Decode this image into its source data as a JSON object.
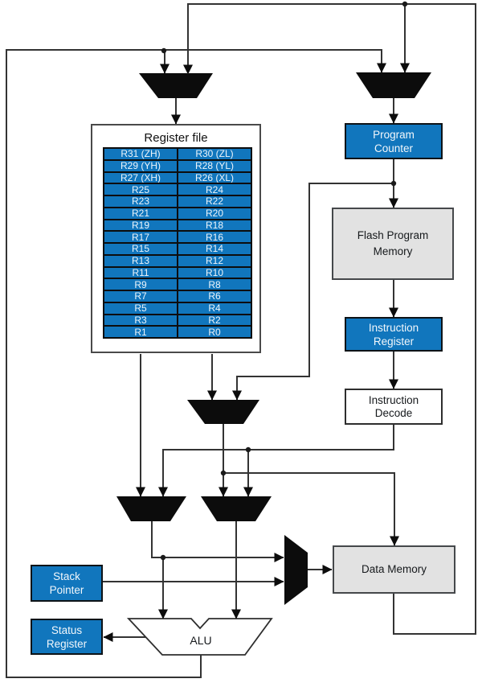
{
  "colors": {
    "accent_blue": "#1176bd",
    "box_gray": "#e2e2e2",
    "wire_black": "#333333",
    "text_white": "#f2f7fb"
  },
  "register_file": {
    "title": "Register file",
    "rows": [
      [
        "R31 (ZH)",
        "R30 (ZL)"
      ],
      [
        "R29 (YH)",
        "R28 (YL)"
      ],
      [
        "R27 (XH)",
        "R26 (XL)"
      ],
      [
        "R25",
        "R24"
      ],
      [
        "R23",
        "R22"
      ],
      [
        "R21",
        "R20"
      ],
      [
        "R19",
        "R18"
      ],
      [
        "R17",
        "R16"
      ],
      [
        "R15",
        "R14"
      ],
      [
        "R13",
        "R12"
      ],
      [
        "R11",
        "R10"
      ],
      [
        "R9",
        "R8"
      ],
      [
        "R7",
        "R6"
      ],
      [
        "R5",
        "R4"
      ],
      [
        "R3",
        "R2"
      ],
      [
        "R1",
        "R0"
      ]
    ]
  },
  "blocks": {
    "program_counter": {
      "label": "Program\nCounter"
    },
    "flash_program_memory": {
      "label": "Flash Program\nMemory"
    },
    "instruction_register": {
      "label": "Instruction\nRegister"
    },
    "instruction_decode": {
      "label": "Instruction\nDecode"
    },
    "data_memory": {
      "label": "Data Memory"
    },
    "stack_pointer": {
      "label": "Stack\nPointer"
    },
    "status_register": {
      "label": "Status\nRegister"
    },
    "alu": {
      "label": "ALU"
    }
  }
}
